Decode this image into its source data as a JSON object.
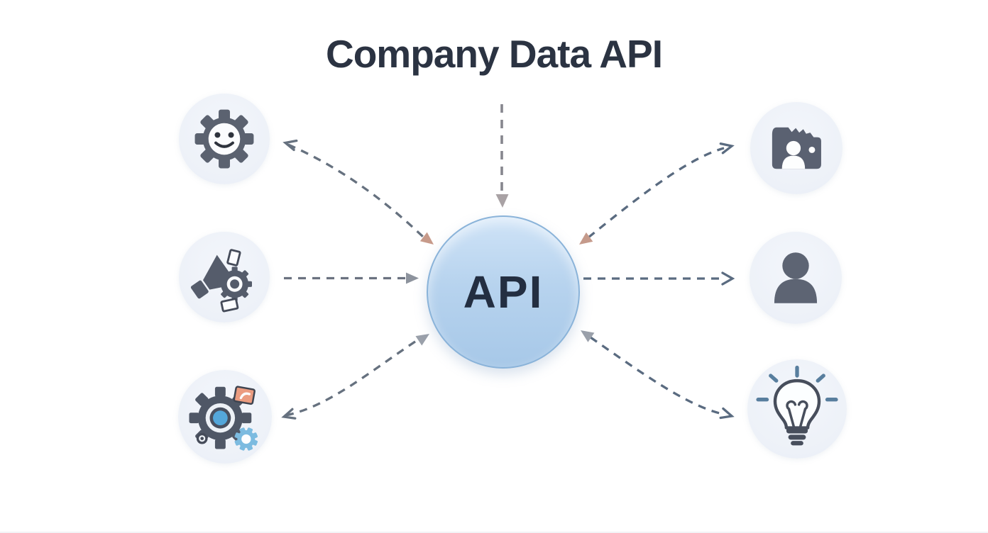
{
  "title": {
    "text": "Company Data API"
  },
  "hub": {
    "label": "API",
    "fill_top": "#cfe3f7",
    "fill_bottom": "#a7c8e8",
    "border_color": "#8ab3d9",
    "text_color": "#232e41"
  },
  "nodes": [
    {
      "icon": "gear-smiley-icon",
      "position": "top-left"
    },
    {
      "icon": "megaphone-gear-icon",
      "position": "middle-left"
    },
    {
      "icon": "gears-workflow-icon",
      "position": "bottom-left"
    },
    {
      "icon": "folder-person-icon",
      "position": "top-right"
    },
    {
      "icon": "person-icon",
      "position": "middle-right"
    },
    {
      "icon": "lightbulb-icon",
      "position": "bottom-right"
    }
  ],
  "connectors": [
    {
      "from": "title",
      "to": "hub",
      "style": "dashed",
      "head": "filled-down"
    },
    {
      "from": "hub",
      "to": "top-left",
      "style": "dashed",
      "heads": "both"
    },
    {
      "from": "bottom-left",
      "to": "hub",
      "style": "dashed",
      "head": "filled"
    },
    {
      "from": "middle-left",
      "to": "hub",
      "style": "dashed",
      "head": "filled"
    },
    {
      "from": "hub",
      "to": "top-right",
      "style": "dashed",
      "heads": "both"
    },
    {
      "from": "hub",
      "to": "middle-right",
      "style": "dashed",
      "head": "chevron"
    },
    {
      "from": "hub",
      "to": "bottom-right",
      "style": "dashed",
      "heads": "both"
    }
  ],
  "colors": {
    "background": "#ffffff",
    "title_text": "#2b3342",
    "icon_dark": "#575e6d",
    "icon_circle_bg": "#edf1f8",
    "arrow_slate": "#66717f",
    "arrow_steel_blue": "#5a6b80",
    "arrow_gray_head": "#8d939d",
    "arrow_tan_head": "#c79a8a",
    "accent_blue": "#54a7da",
    "accent_light_blue": "#7cbbe0",
    "accent_salmon": "#eb9c80"
  }
}
